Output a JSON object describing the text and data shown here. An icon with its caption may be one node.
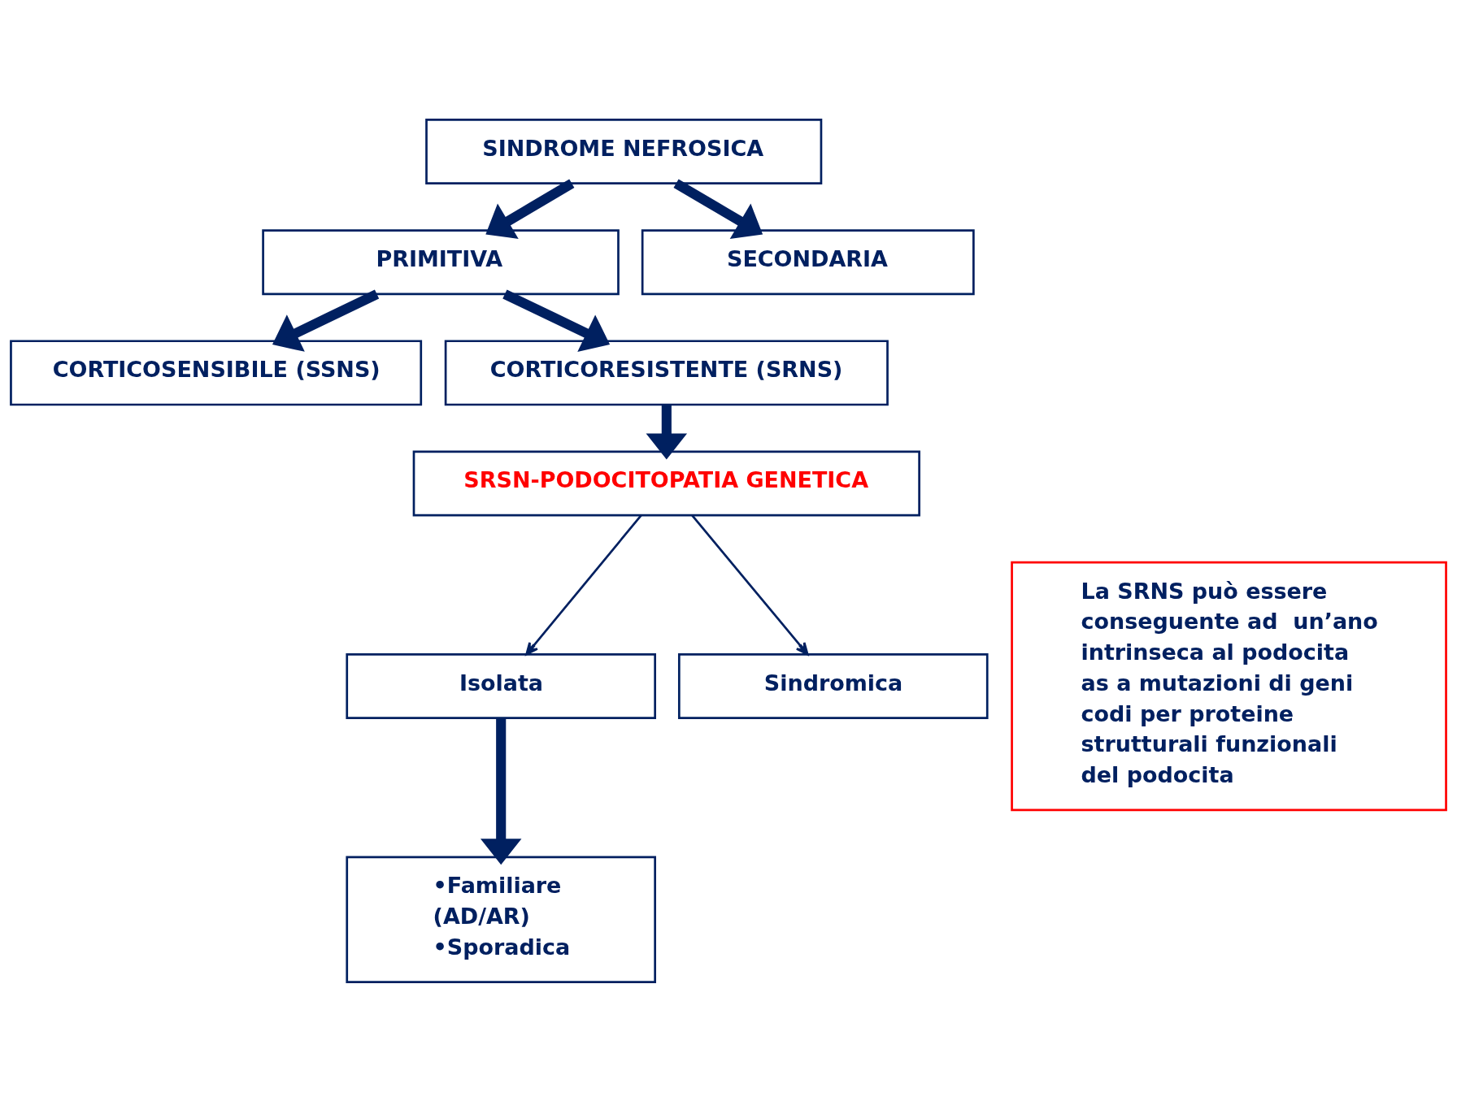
{
  "diagram": {
    "nodes": [
      {
        "text": [
          "SINDROME NEFROSICA"
        ]
      },
      {
        "text": [
          "PRIMITIVA"
        ]
      },
      {
        "text": [
          "SECONDARIA"
        ]
      },
      {
        "text": [
          "CORTICOSENSIBILE (SSNS)"
        ]
      },
      {
        "text": [
          "CORTICORESISTENTE (SRNS)"
        ]
      },
      {
        "text": [
          "SRSN-PODOCITOPATIA GENETICA"
        ]
      },
      {
        "text": [
          "Isolata"
        ]
      },
      {
        "text": [
          "Sindromica"
        ]
      },
      {
        "text": [
          "•Familiare (AD/AR)",
          "•Sporadica"
        ]
      },
      {
        "text": [
          "La SRNS può essere conseguente ad  un’ano intrinseca al podocita as a mutazioni di geni codi per proteine strutturali funzionali del podocita"
        ]
      }
    ],
    "edges": [
      {
        "from": 0,
        "to": 1,
        "arrow": "to"
      },
      {
        "from": 0,
        "to": 2,
        "arrow": "to"
      },
      {
        "from": 1,
        "to": 3,
        "arrow": "to"
      },
      {
        "from": 1,
        "to": 4,
        "arrow": "to"
      },
      {
        "from": 4,
        "to": 5,
        "arrow": "to"
      },
      {
        "from": 5,
        "to": 6,
        "arrow": "to"
      },
      {
        "from": 5,
        "to": 7,
        "arrow": "to"
      },
      {
        "from": 6,
        "to": 8,
        "arrow": "to"
      }
    ]
  }
}
